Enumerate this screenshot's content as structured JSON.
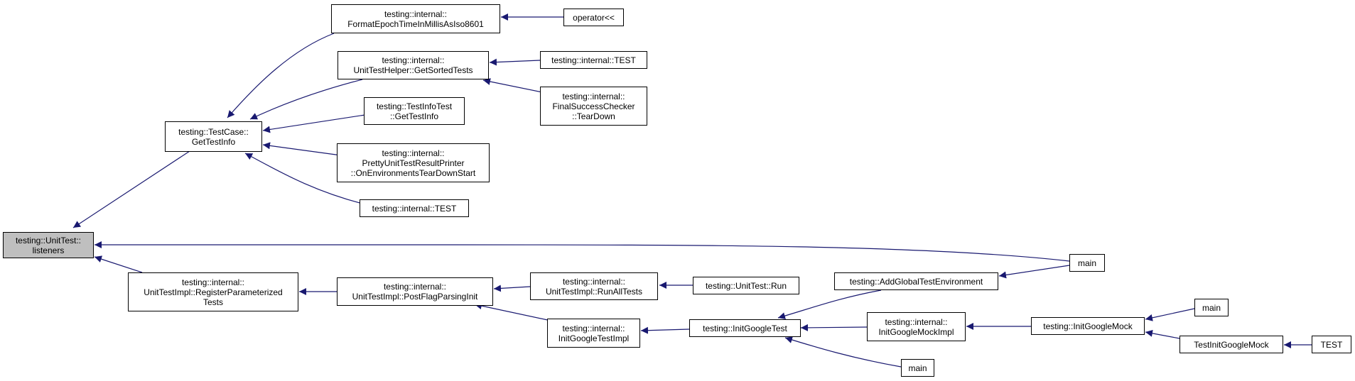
{
  "colors": {
    "edge": "#191970",
    "node_border": "#000000",
    "root_fill": "#bfbfbf",
    "node_fill": "#ffffff"
  },
  "nodes": {
    "n_listeners": "testing::UnitTest::\nlisteners",
    "n_gettestinfo": "testing::TestCase::\nGetTestInfo",
    "n_registerparam": "testing::internal::\nUnitTestImpl::RegisterParameterized\nTests",
    "n_main_top": "main",
    "n_formatepoch": "testing::internal::\nFormatEpochTimeInMillisAsIso8601",
    "n_getsorted": "testing::internal::\nUnitTestHelper::GetSortedTests",
    "n_testinfotest": "testing::TestInfoTest\n::GetTestInfo",
    "n_prettyprinter": "testing::internal::\nPrettyUnitTestResultPrinter\n::OnEnvironmentsTearDownStart",
    "n_internal_test1": "testing::internal::TEST",
    "n_operator": "operator<<",
    "n_internal_test2": "testing::internal::TEST",
    "n_finalchecker": "testing::internal::\nFinalSuccessChecker\n::TearDown",
    "n_postflag": "testing::internal::\nUnitTestImpl::PostFlagParsingInit",
    "n_runalltests": "testing::internal::\nUnitTestImpl::RunAllTests",
    "n_initgtestimpl": "testing::internal::\nInitGoogleTestImpl",
    "n_unittestrun": "testing::UnitTest::Run",
    "n_initgoogletest": "testing::InitGoogleTest",
    "n_addglobal": "testing::AddGlobalTestEnvironment",
    "n_initgmockimpl": "testing::internal::\nInitGoogleMockImpl",
    "n_main_bottom": "main",
    "n_initgooglemock": "testing::InitGoogleMock",
    "n_main_mock": "main",
    "n_testinitgmock": "TestInitGoogleMock",
    "n_test_final": "TEST"
  }
}
